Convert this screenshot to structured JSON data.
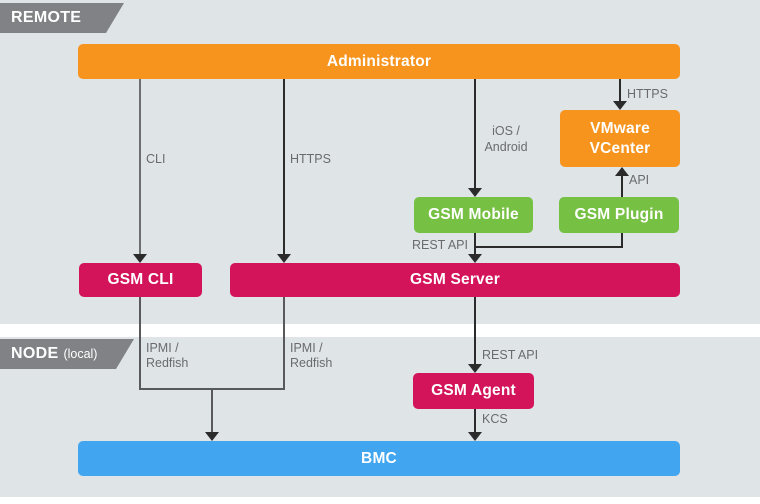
{
  "diagram": {
    "sections": {
      "remote": {
        "label": "REMOTE"
      },
      "node": {
        "label": "NODE",
        "sublabel": "(local)"
      }
    },
    "nodes": {
      "administrator": {
        "label": "Administrator",
        "color": "#F7941E"
      },
      "vmware_vcenter": {
        "line1": "VMware",
        "line2": "VCenter",
        "color": "#F7941E"
      },
      "gsm_mobile": {
        "label": "GSM Mobile",
        "color": "#76C043"
      },
      "gsm_plugin": {
        "label": "GSM Plugin",
        "color": "#76C043"
      },
      "gsm_cli": {
        "label": "GSM CLI",
        "color": "#D3145A"
      },
      "gsm_server": {
        "label": "GSM Server",
        "color": "#D3145A"
      },
      "gsm_agent": {
        "label": "GSM Agent",
        "color": "#D3145A"
      },
      "bmc": {
        "label": "BMC",
        "color": "#42A5F0"
      }
    },
    "edge_labels": {
      "cli": "CLI",
      "https_to_server": "HTTPS",
      "ios_line1": "iOS /",
      "ios_line2": "Android",
      "https_to_vcenter": "HTTPS",
      "api": "API",
      "rest_api_to_server": "REST API",
      "rest_api_to_agent": "REST API",
      "ipmi_left_line1": "IPMI /",
      "ipmi_left_line2": "Redfish",
      "ipmi_right_line1": "IPMI /",
      "ipmi_right_line2": "Redfish",
      "kcs": "KCS"
    },
    "colors": {
      "background": "#DFE4E7",
      "divider": "#FFFFFF",
      "tag_gray": "#808285",
      "orange": "#F7941E",
      "green": "#76C043",
      "crimson": "#D3145A",
      "blue": "#42A5F0",
      "line_dark": "#2B2B2B",
      "line_gray": "#6D6E71",
      "label_text": "#6A6B6E"
    }
  }
}
